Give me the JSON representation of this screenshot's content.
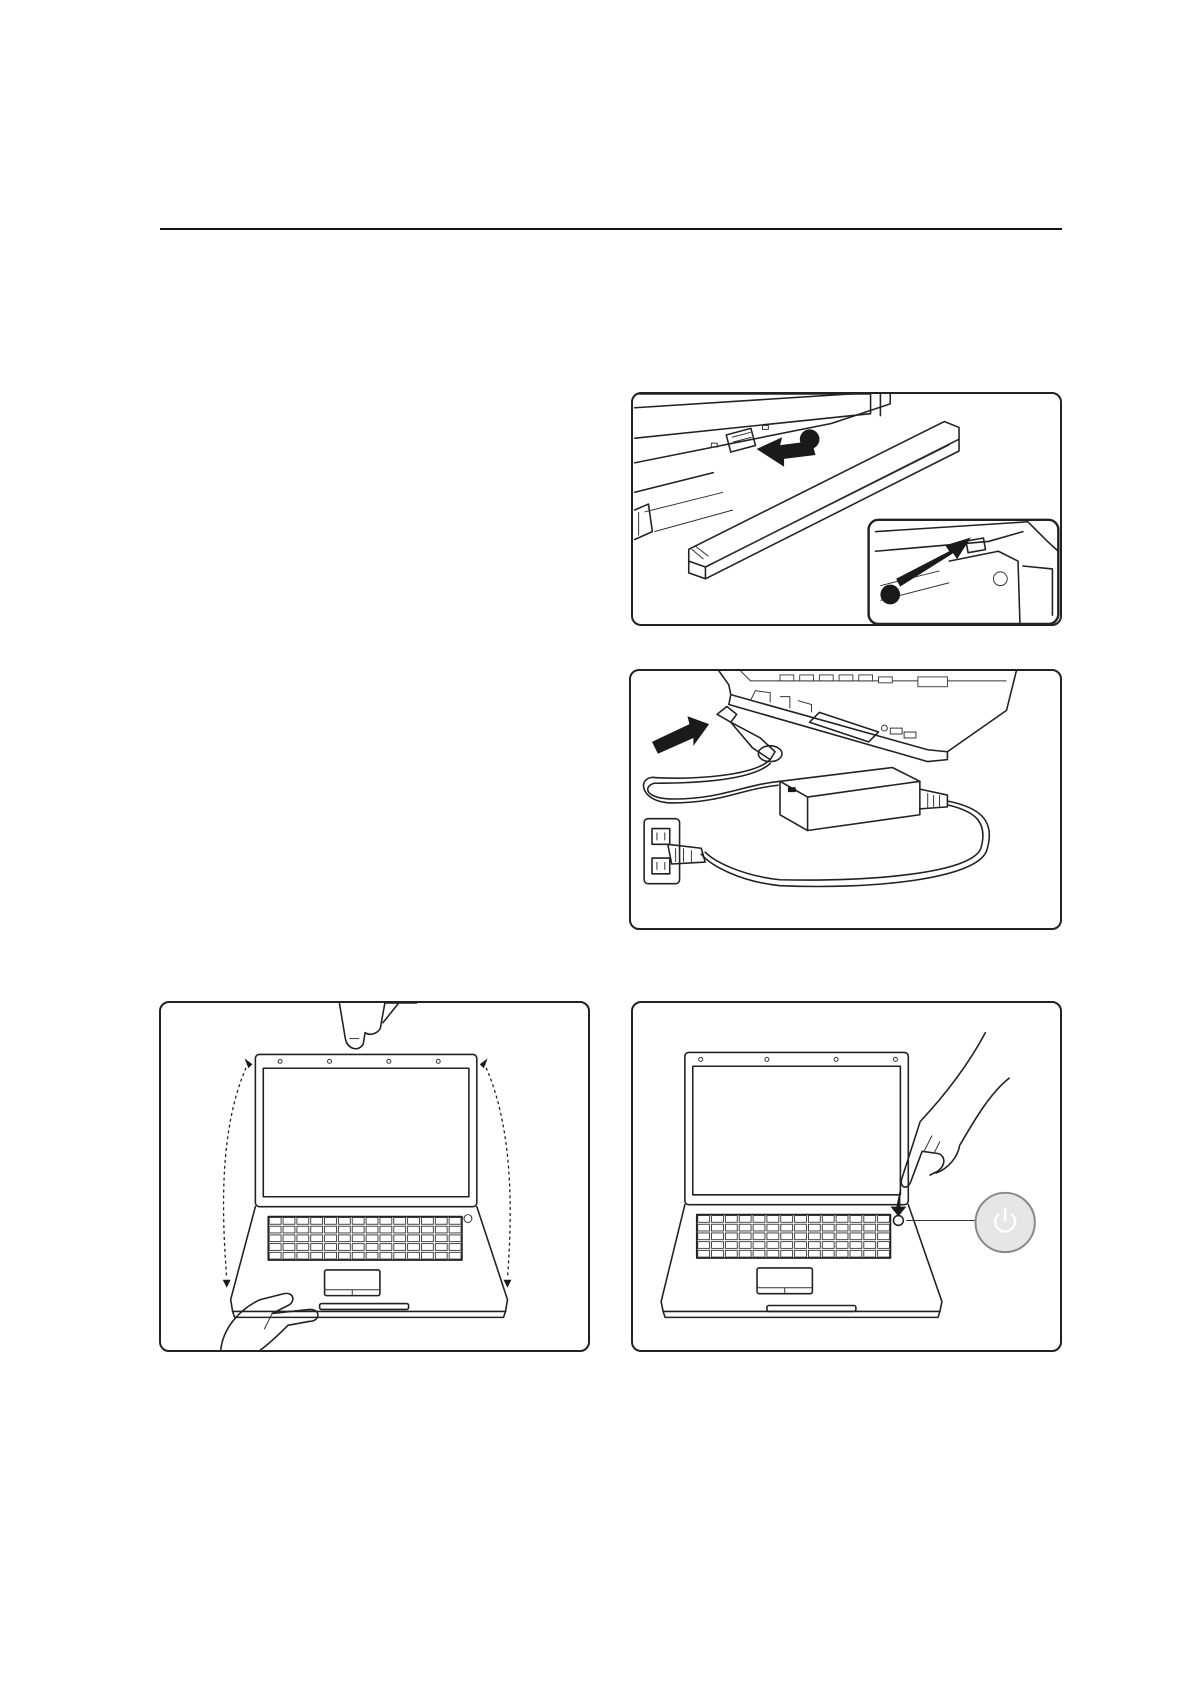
{
  "page": {
    "rule_color": "#111111",
    "panel_border_color": "#222222"
  },
  "illustrations": [
    {
      "id": "install-battery",
      "icons": [
        "battery-pack-icon",
        "arrow-icon",
        "step-marker-icon",
        "latch-icon"
      ]
    },
    {
      "id": "connect-ac-adapter",
      "icons": [
        "ac-adapter-icon",
        "dc-plug-icon",
        "wall-outlet-icon",
        "arrow-icon"
      ]
    },
    {
      "id": "open-display-panel",
      "icons": [
        "laptop-icon",
        "hand-icon",
        "dashed-arc-arrow-icon"
      ]
    },
    {
      "id": "turn-on-power",
      "icons": [
        "laptop-icon",
        "hand-icon",
        "power-button-icon"
      ]
    }
  ]
}
